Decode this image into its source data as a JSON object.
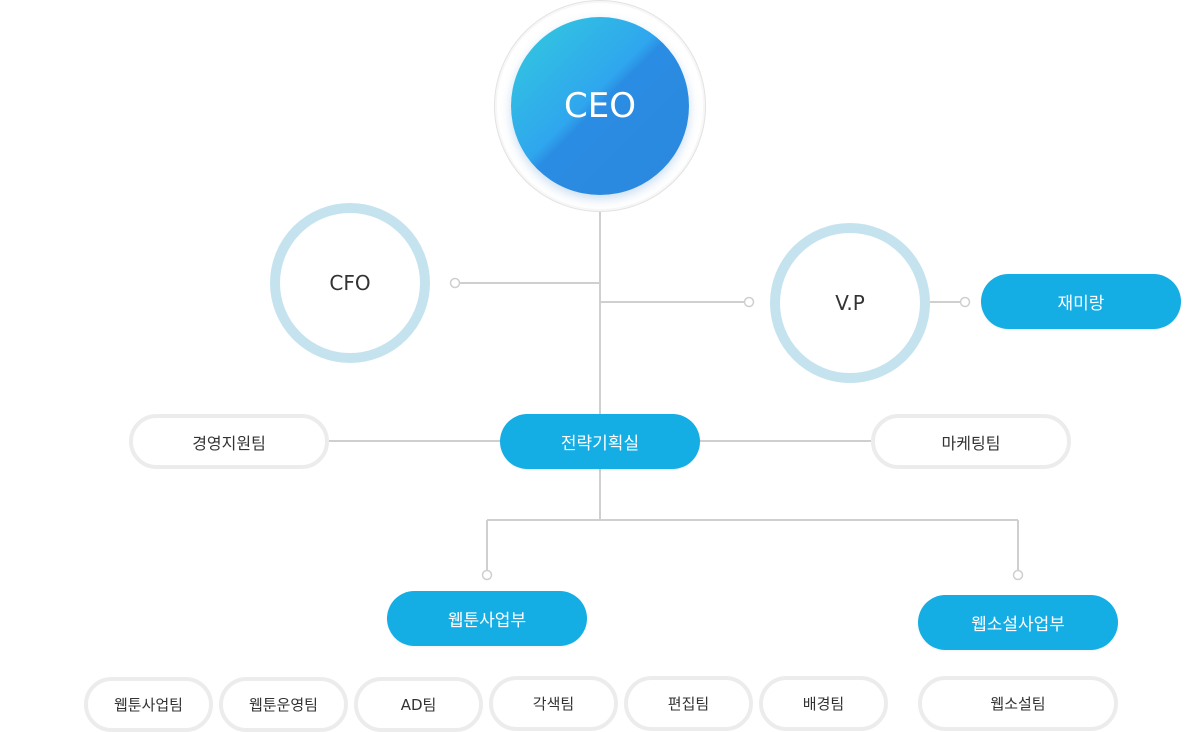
{
  "ceo": {
    "label": "CEO"
  },
  "cfo": {
    "label": "CFO"
  },
  "vp": {
    "label": "V.P"
  },
  "vp_assistant": {
    "label": "재미랑"
  },
  "strategy": {
    "label": "전략기획실"
  },
  "management_support": {
    "label": "경영지원팀"
  },
  "marketing": {
    "label": "마케팅팀"
  },
  "webtoon_division": {
    "label": "웹툰사업부",
    "teams": [
      "웹툰사업팀",
      "웹툰운영팀",
      "AD팀",
      "각색팀",
      "편집팀",
      "배경팀"
    ]
  },
  "novel_division": {
    "label": "웹소설사업부",
    "teams": [
      "웹소설팀"
    ]
  },
  "colors": {
    "accent_blue": "#14ade4",
    "ring": "#c5e3ee",
    "line": "#cfcfcf",
    "pill_border": "#ececec"
  }
}
